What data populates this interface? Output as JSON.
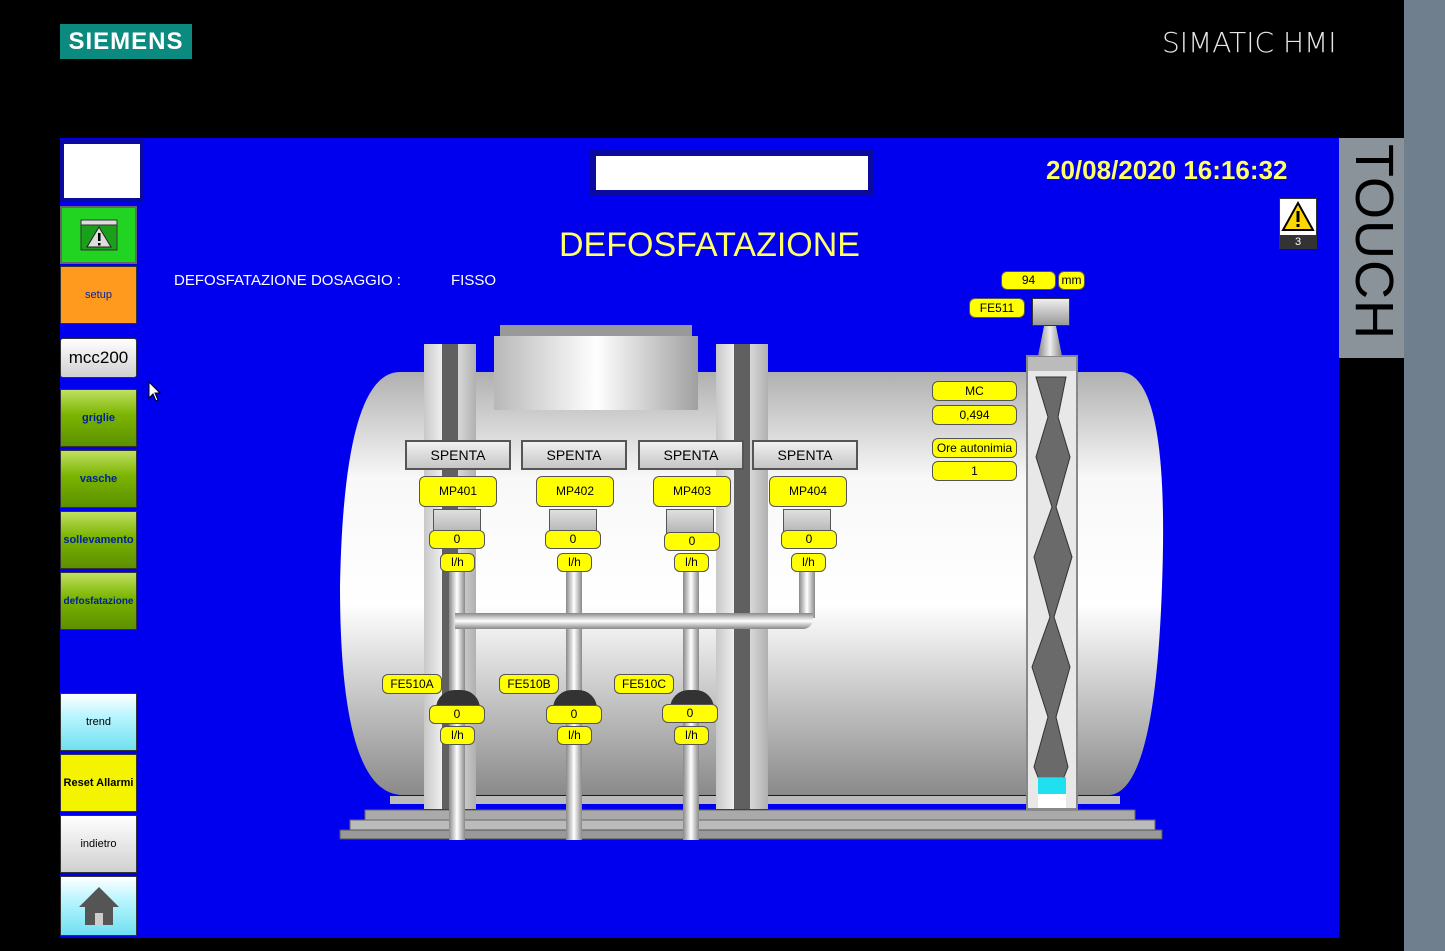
{
  "header": {
    "brand": "SIEMENS",
    "product": "SIMATIC HMI",
    "side_label": "TOUCH"
  },
  "screen": {
    "datetime": "20/08/2020 16:16:32",
    "title": "DEFOSFATAZIONE",
    "dosing_label": "DEFOSFATAZIONE DOSAGGIO :",
    "dosing_value": "FISSO",
    "alarm_count": "3"
  },
  "sidebar": {
    "setup": "setup",
    "mcc200": "mcc200",
    "griglie": "griglie",
    "vasche": "vasche",
    "sollevamento": "sollevamento",
    "defosfatazione": "defosfatazione",
    "trend": "trend",
    "reset": "Reset Allarmi",
    "indietro": "indietro"
  },
  "pumps": [
    {
      "status": "SPENTA",
      "name": "MP401",
      "value": "0",
      "unit": "l/h"
    },
    {
      "status": "SPENTA",
      "name": "MP402",
      "value": "0",
      "unit": "l/h"
    },
    {
      "status": "SPENTA",
      "name": "MP403",
      "value": "0",
      "unit": "l/h"
    },
    {
      "status": "SPENTA",
      "name": "MP404",
      "value": "0",
      "unit": "l/h"
    }
  ],
  "flowmeters": [
    {
      "name": "FE510A",
      "value": "0",
      "unit": "l/h"
    },
    {
      "name": "FE510B",
      "value": "0",
      "unit": "l/h"
    },
    {
      "name": "FE510C",
      "value": "0",
      "unit": "l/h"
    }
  ],
  "level": {
    "sensor": "FE511",
    "value": "94",
    "unit": "mm",
    "mc_label": "MC",
    "mc_value": "0,494",
    "autonomy_label": "Ore autonimia",
    "autonomy_value": "1",
    "fill_fraction": 0.04
  },
  "colors": {
    "background": "#0000ef",
    "title": "#ffff66",
    "value_field": "#ffff00"
  }
}
